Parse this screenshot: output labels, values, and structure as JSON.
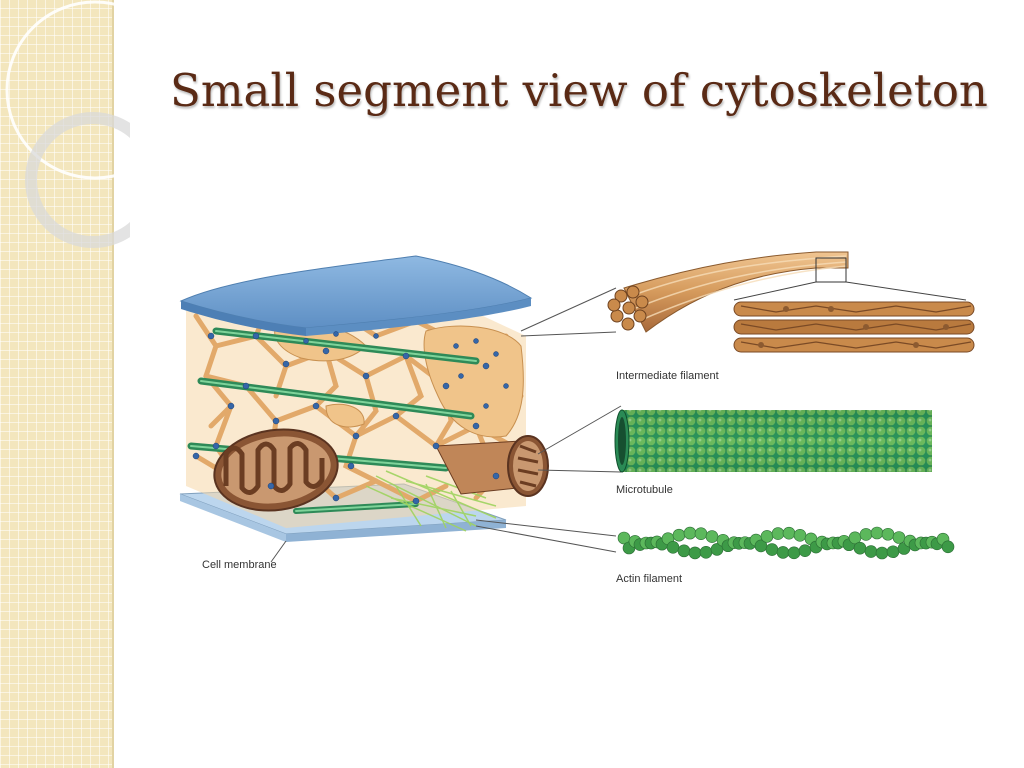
{
  "slide": {
    "title": "Small segment view of cytoskeleton"
  },
  "figure": {
    "labels": {
      "cell_membrane": "Cell membrane",
      "intermediate_filament": "Intermediate filament",
      "microtubule": "Microtubule",
      "actin_filament": "Actin filament"
    }
  },
  "colors": {
    "title": "#5a2a15",
    "side_band": "#f3e6bd",
    "membrane_blue": "#7aa9d6",
    "cytosol_tan": "#f2c98e",
    "microtubule_green": "#3fa36b",
    "actin_green": "#4caf50",
    "intermediate_brown": "#c98a4b",
    "mitochondrion_brown": "#8b5a3c"
  }
}
